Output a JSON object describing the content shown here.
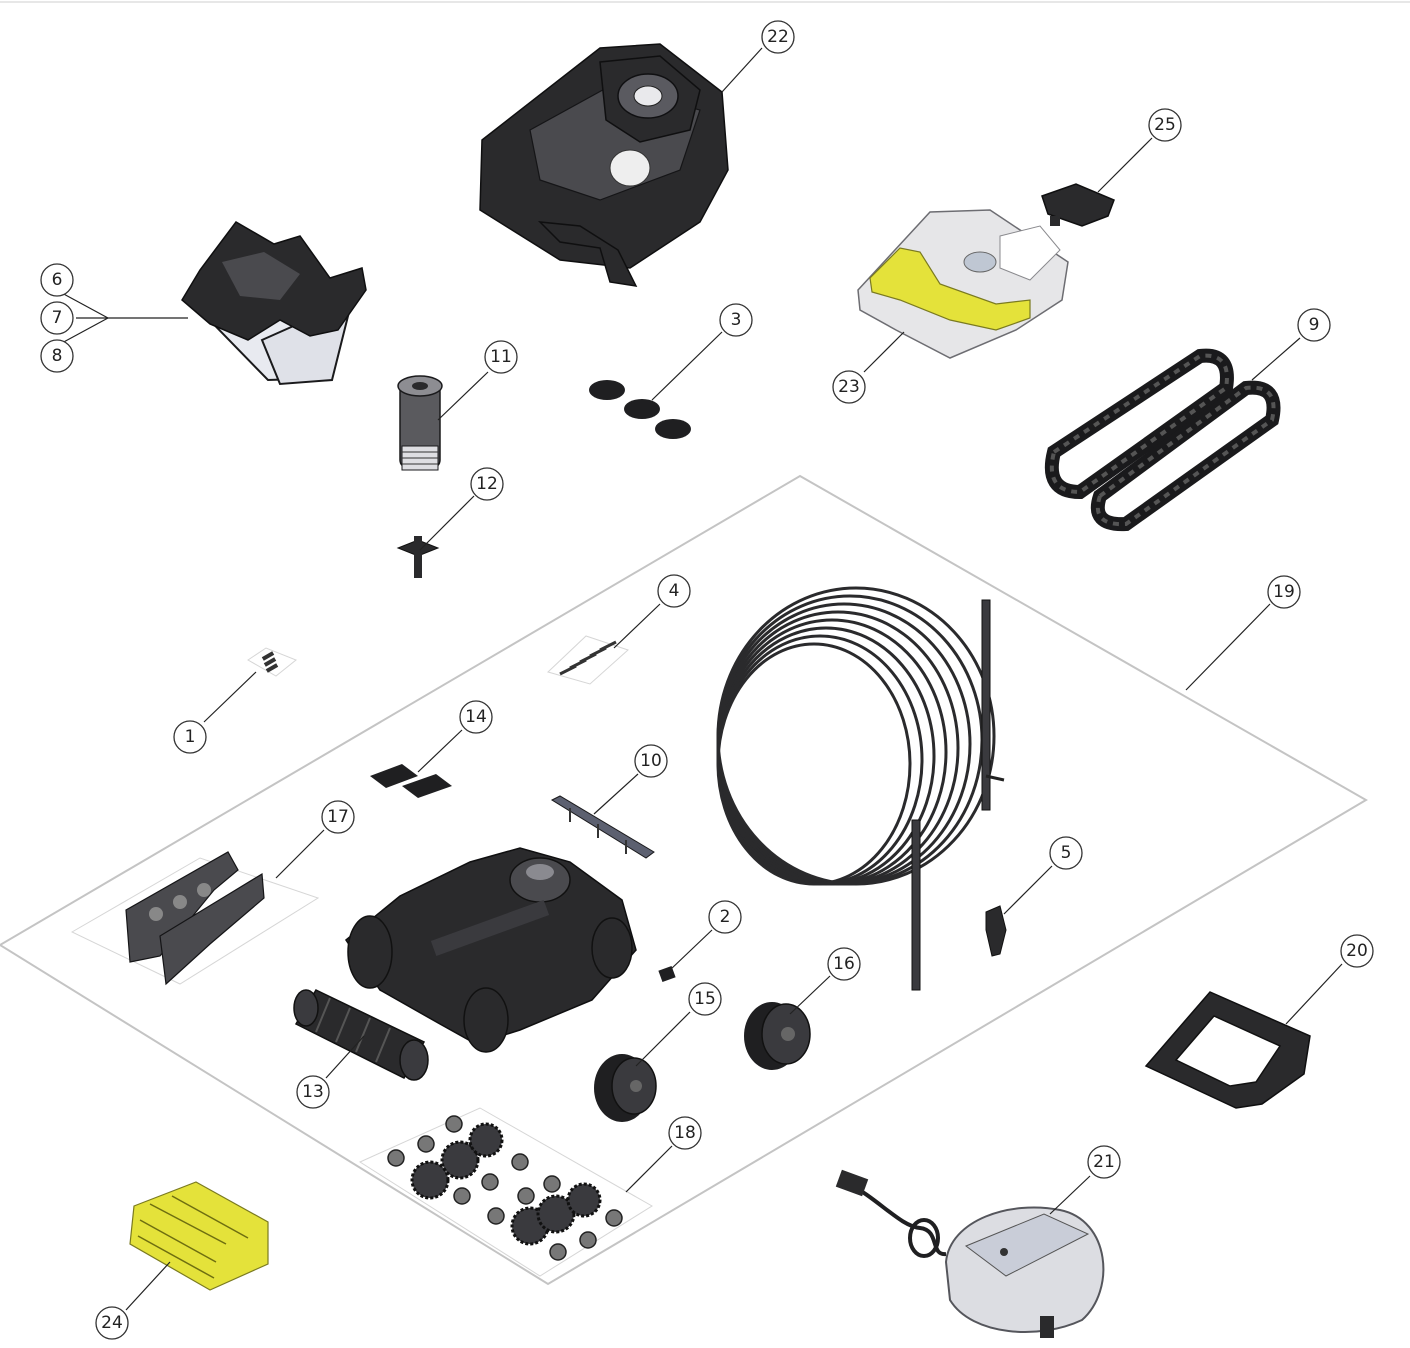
{
  "callouts": {
    "p1": "1",
    "p2": "2",
    "p3": "3",
    "p4": "4",
    "p5": "5",
    "p6": "6",
    "p7": "7",
    "p8": "8",
    "p9": "9",
    "p10": "10",
    "p11": "11",
    "p12": "12",
    "p13": "13",
    "p14": "14",
    "p15": "15",
    "p16": "16",
    "p17": "17",
    "p18": "18",
    "p19": "19",
    "p20": "20",
    "p21": "21",
    "p22": "22",
    "p23": "23",
    "p24": "24",
    "p25": "25"
  },
  "colors": {
    "part_dark": "#2a2a2c",
    "part_light": "#e6e6e8",
    "accent_yellow": "#e4e23a",
    "kit_outline": "#c4c4c4"
  }
}
